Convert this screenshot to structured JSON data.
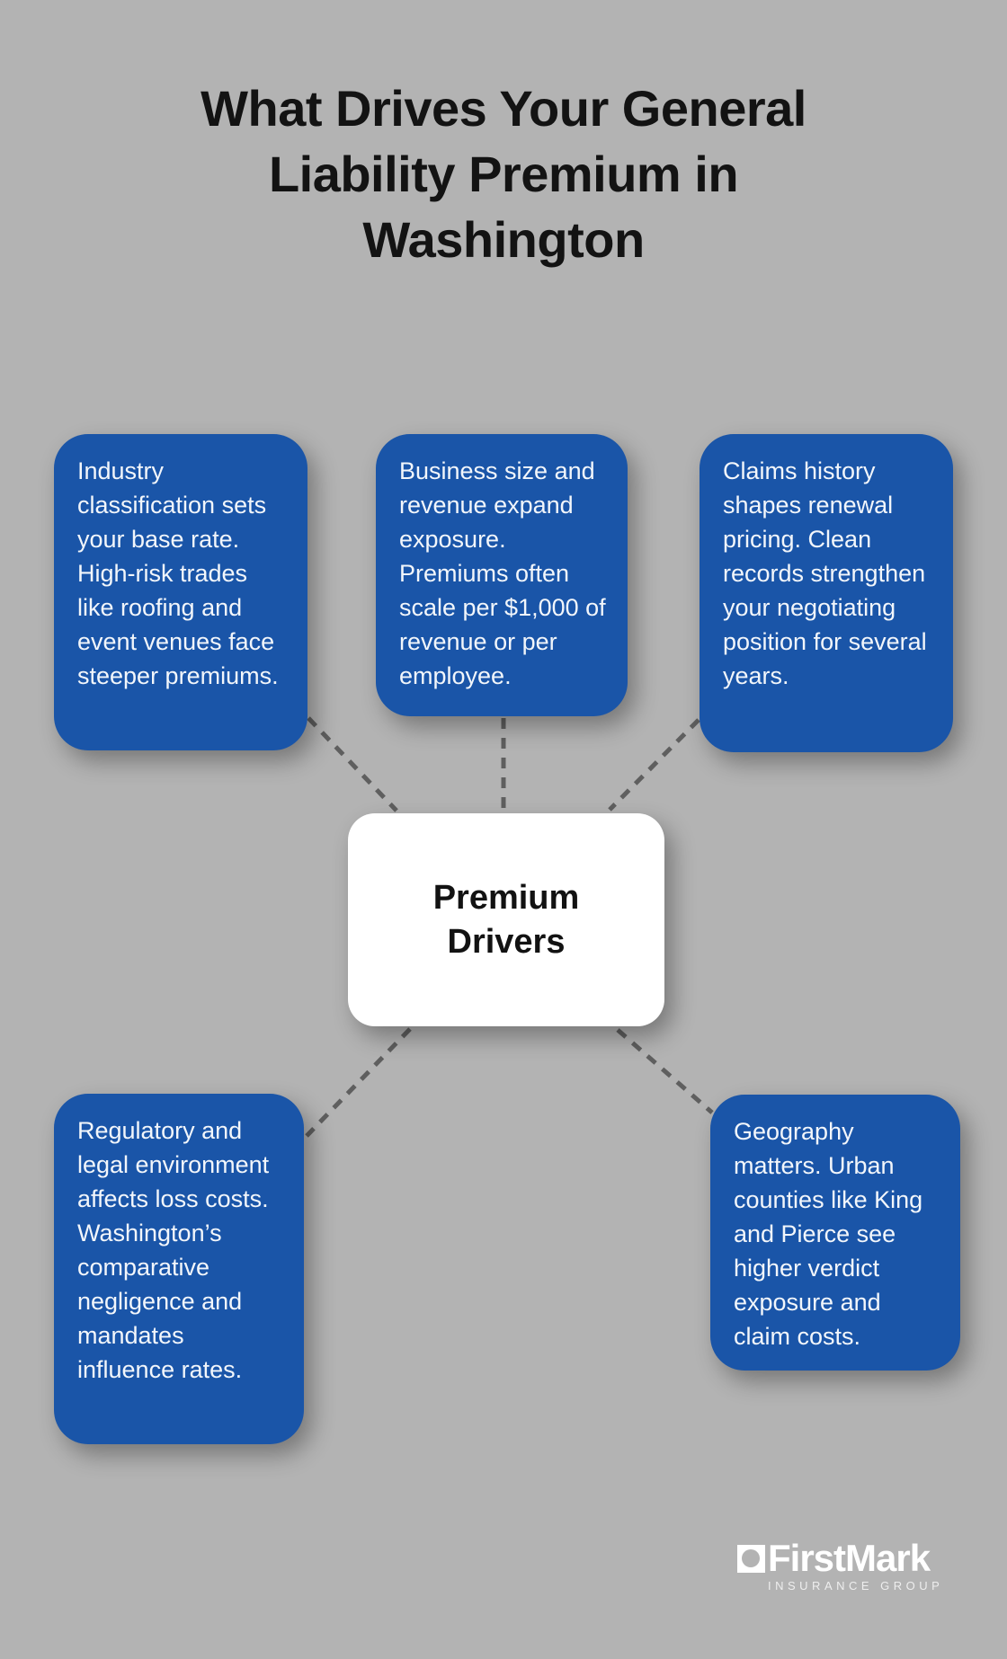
{
  "page": {
    "title_lines": [
      "What Drives Your General",
      "Liability Premium in",
      "Washington"
    ]
  },
  "center_node": {
    "lines": [
      "Premium",
      "Drivers"
    ]
  },
  "drivers": [
    {
      "id": "industry-classification",
      "text": "Industry classification sets your base rate. High-risk trades like roofing and event venues face steeper premiums."
    },
    {
      "id": "business-size",
      "text": "Business size and revenue expand exposure. Premiums often scale per $1,000 of revenue or per employee."
    },
    {
      "id": "claims-history",
      "text": "Claims history shapes renewal pricing. Clean records strengthen your negotiating position for several years."
    },
    {
      "id": "regulatory-environment",
      "text": "Regulatory and legal environment affects loss costs. Washington’s comparative negligence and mandates influence rates."
    },
    {
      "id": "geography",
      "text": "Geography matters. Urban counties like King and Pierce see higher verdict exposure and claim costs."
    }
  ],
  "brand": {
    "name": "FirstMark",
    "tagline": "INSURANCE GROUP"
  },
  "colors": {
    "background": "#b3b3b3",
    "driver_box_blue": "#1a55a8",
    "center_node_white": "#ffffff",
    "connector_gray": "#5f5f5f",
    "title_text": "#131313",
    "box_text": "#f2f6fb"
  }
}
